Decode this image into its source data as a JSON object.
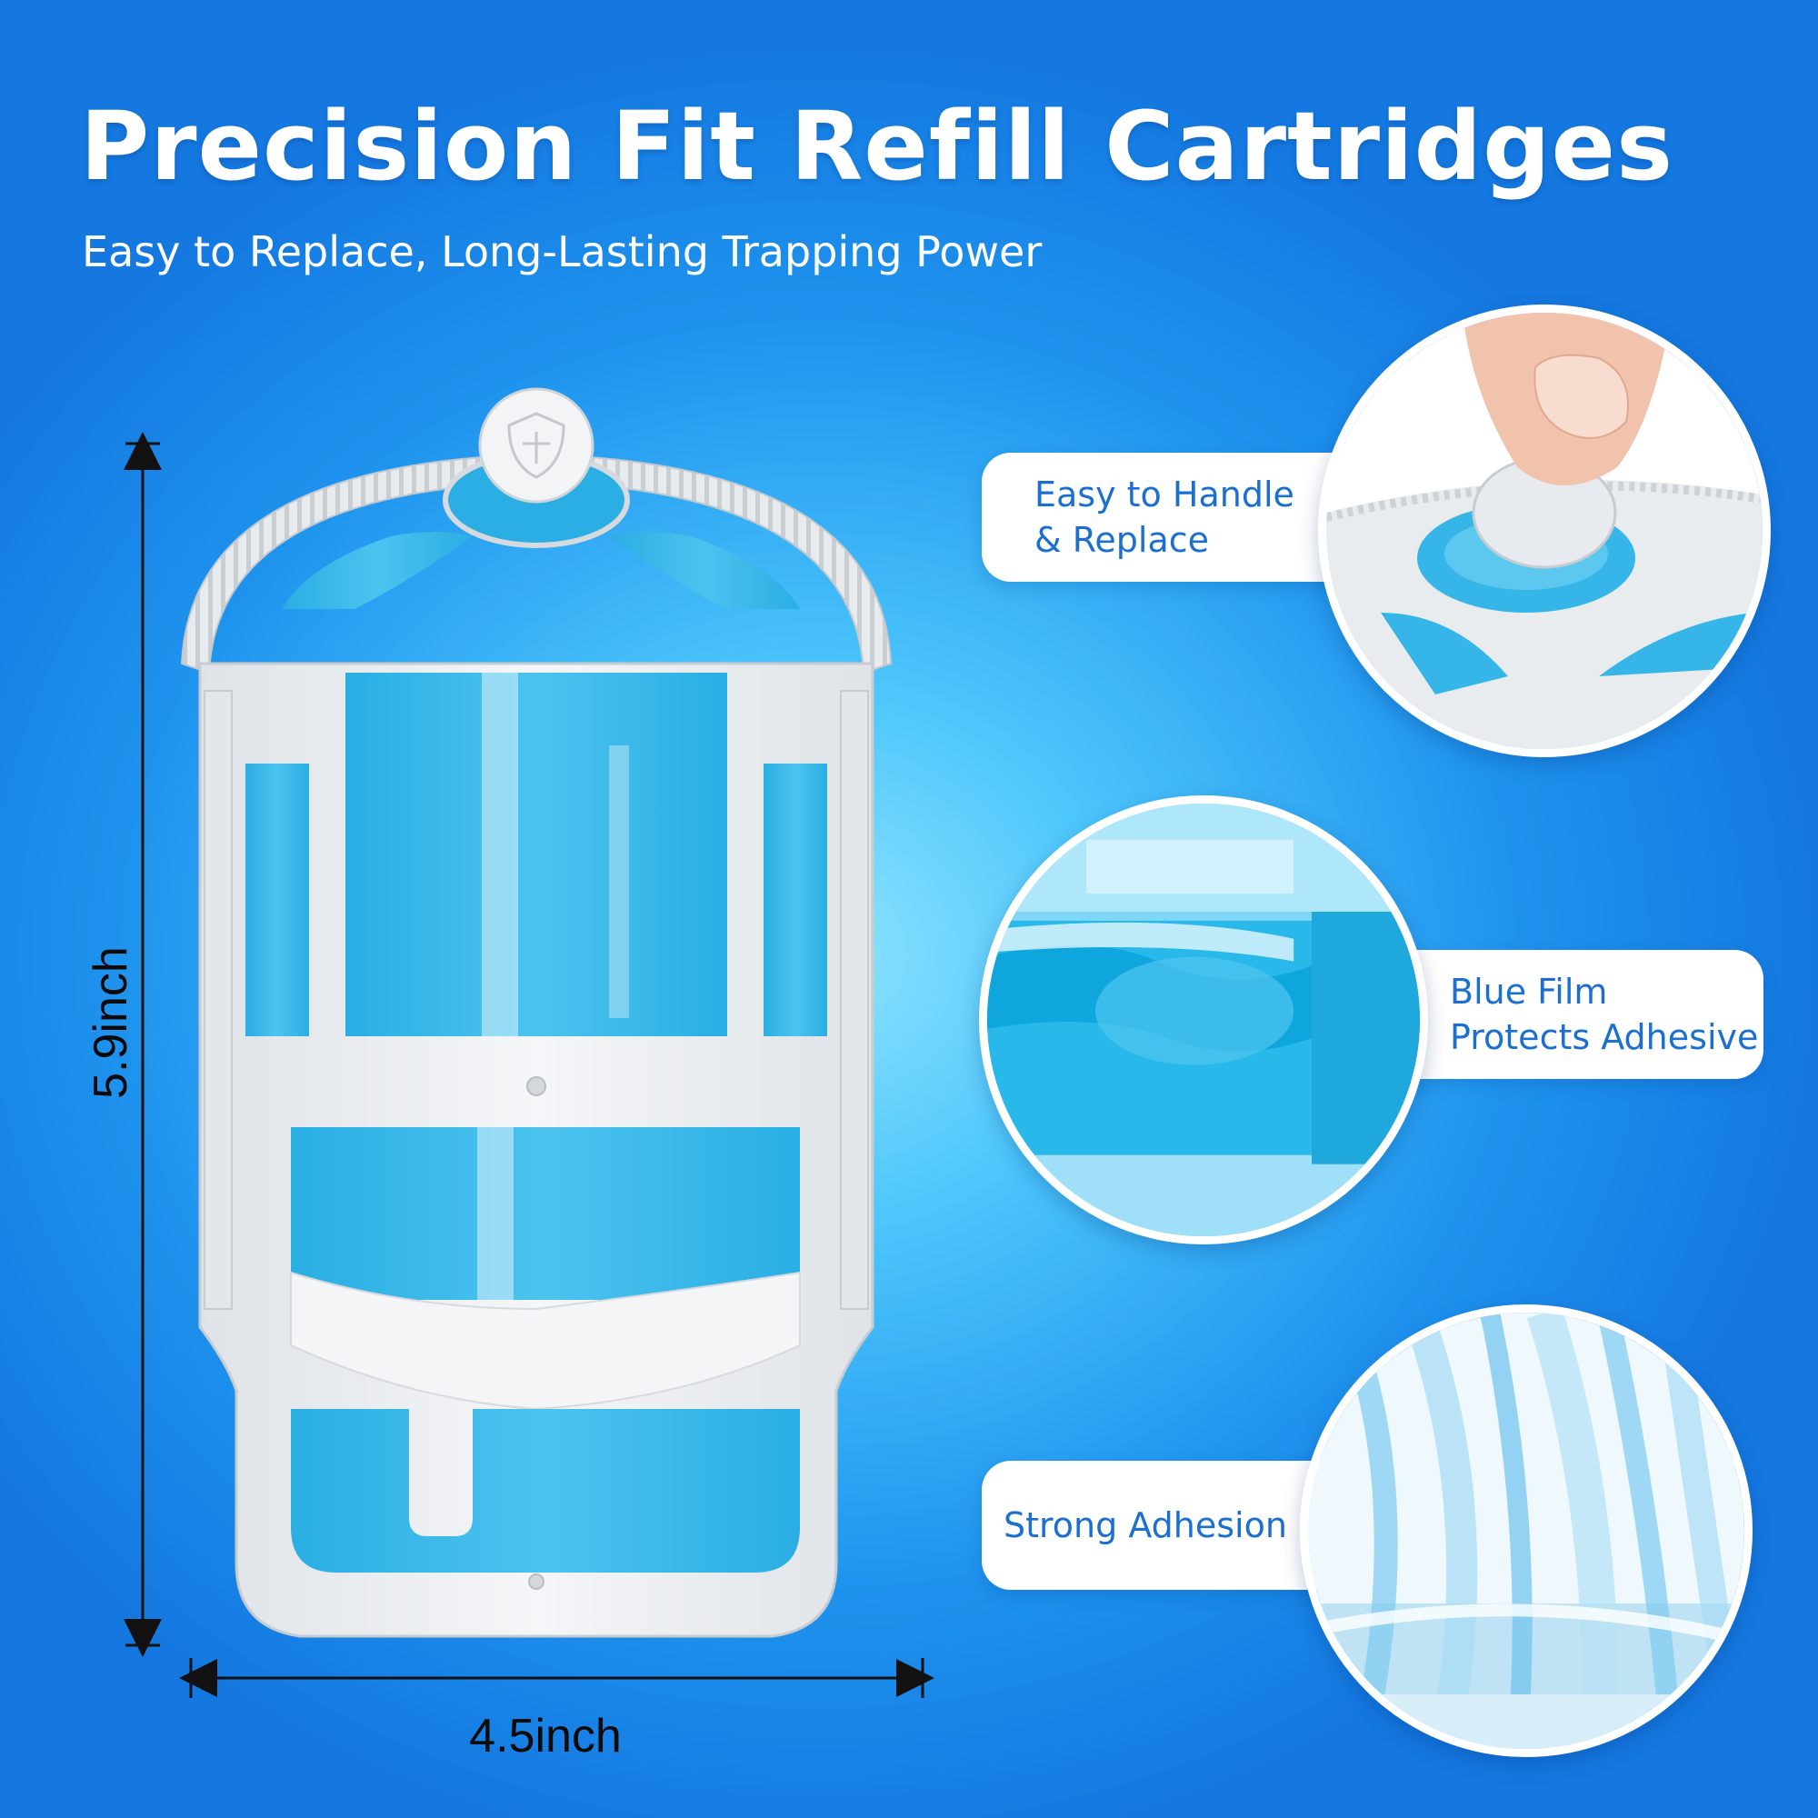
{
  "header": {
    "title": "Precision Fit Refill Cartridges",
    "subtitle": "Easy to Replace, Long-Lasting Trapping Power"
  },
  "dimensions": {
    "height_label": "5.9inch",
    "width_label": "4.5inch"
  },
  "callouts": [
    {
      "text": "Easy to Handle\n& Replace"
    },
    {
      "text": "Blue Film\nProtects Adhesive"
    },
    {
      "text": "Strong Adhesion"
    }
  ],
  "colors": {
    "accent_text": "#1a6fd1",
    "adhesive_blue": "#29b4e6",
    "frame_white": "#eceff2"
  }
}
